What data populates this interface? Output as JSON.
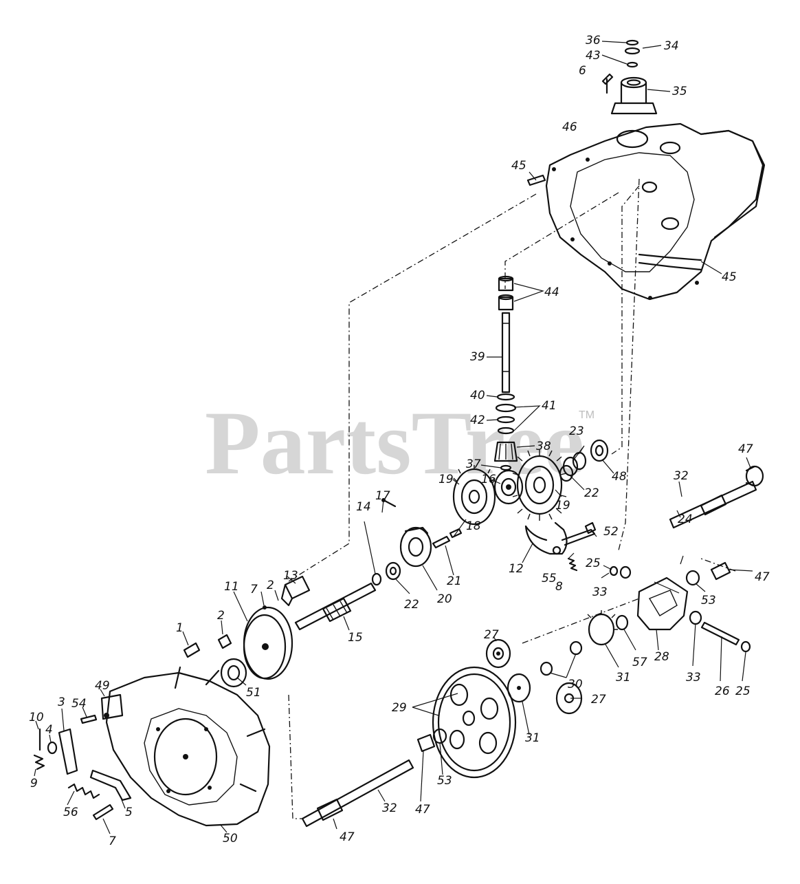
{
  "watermark": {
    "text": "PartsTree",
    "trademark": "TM"
  },
  "callouts": {
    "c1": "1",
    "c2a": "2",
    "c2b": "2",
    "c3": "3",
    "c4": "4",
    "c5": "5",
    "c6": "6",
    "c7a": "7",
    "c7b": "7",
    "c8": "8",
    "c9": "9",
    "c10": "10",
    "c11": "11",
    "c12": "12",
    "c13": "13",
    "c14": "14",
    "c15": "15",
    "c16": "16",
    "c17": "17",
    "c18": "18",
    "c19a": "19",
    "c19b": "19",
    "c20": "20",
    "c21": "21",
    "c22a": "22",
    "c22b": "22",
    "c23": "23",
    "c24": "24",
    "c25a": "25",
    "c25b": "25",
    "c26": "26",
    "c27a": "27",
    "c27b": "27",
    "c28": "28",
    "c29": "29",
    "c30": "30",
    "c31a": "31",
    "c31b": "31",
    "c32a": "32",
    "c32b": "32",
    "c33a": "33",
    "c33b": "33",
    "c34": "34",
    "c35": "35",
    "c36": "36",
    "c37": "37",
    "c38": "38",
    "c39": "39",
    "c40": "40",
    "c41": "41",
    "c42": "42",
    "c43": "43",
    "c44": "44",
    "c45a": "45",
    "c45b": "45",
    "c46": "46",
    "c47a": "47",
    "c47b": "47",
    "c47c": "47",
    "c47d": "47",
    "c48": "48",
    "c49": "49",
    "c50": "50",
    "c51": "51",
    "c52": "52",
    "c53a": "53",
    "c53b": "53",
    "c54": "54",
    "c55": "55",
    "c56": "56",
    "c57": "57"
  }
}
